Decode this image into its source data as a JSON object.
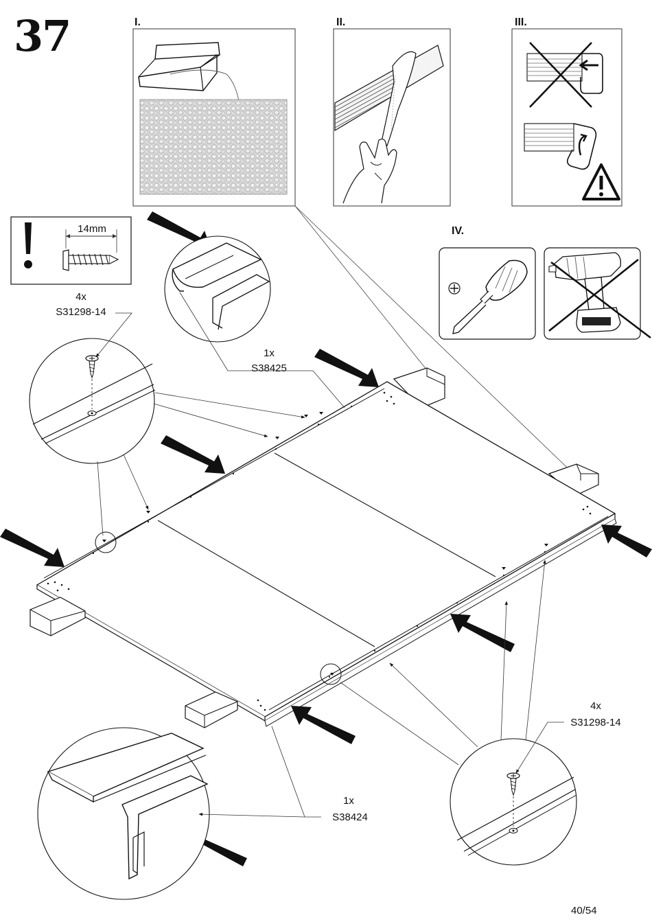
{
  "step": {
    "number": "37"
  },
  "panels": {
    "p1": {
      "label": "I."
    },
    "p2": {
      "label": "II."
    },
    "p3": {
      "label": "III."
    },
    "p4": {
      "label": "IV."
    }
  },
  "screw_info": {
    "length": "14mm"
  },
  "parts": {
    "screws_top": {
      "qty": "4x",
      "code": "S31298-14"
    },
    "profile_top": {
      "qty": "1x",
      "code": "S38425"
    },
    "profile_bottom": {
      "qty": "1x",
      "code": "S38424"
    },
    "screws_bottom": {
      "qty": "4x",
      "code": "S31298-14"
    }
  },
  "footer": {
    "page": "40/54"
  }
}
